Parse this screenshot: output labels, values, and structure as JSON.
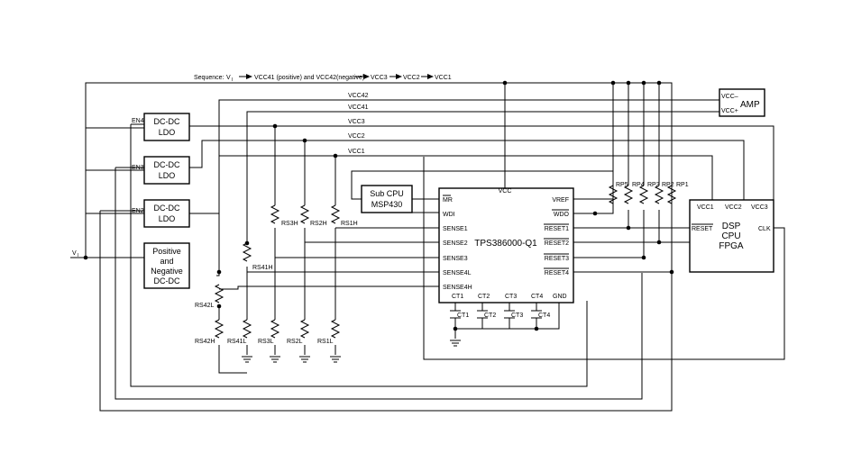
{
  "sequence": {
    "prefix": "Sequence:",
    "steps": [
      "V",
      "VCC41 (positive) and VCC42(negative)",
      "VCC3",
      "VCC2",
      "VCC1"
    ],
    "vi_sub": "I"
  },
  "input_label": {
    "main": "V",
    "sub": "I"
  },
  "rails": [
    "VCC42",
    "VCC41",
    "VCC3",
    "VCC2",
    "VCC1"
  ],
  "enables": [
    "EN4",
    "EN3",
    "EN2"
  ],
  "regulators": [
    {
      "line1": "DC-DC",
      "line2": "LDO"
    },
    {
      "line1": "DC-DC",
      "line2": "LDO"
    },
    {
      "line1": "DC-DC",
      "line2": "LDO"
    }
  ],
  "posneg": {
    "lines": [
      "Positive",
      "and",
      "Negative",
      "DC-DC"
    ]
  },
  "subcpu": {
    "line1": "Sub CPU",
    "line2": "MSP430"
  },
  "amp": {
    "label": "AMP",
    "vccm": "VCC–",
    "vccp": "VCC+"
  },
  "ic": {
    "name": "TPS386000-Q1",
    "vcc": "VCC",
    "left_pins": [
      "MR",
      "WDI",
      "SENSE1",
      "SENSE2",
      "SENSE3",
      "SENSE4L",
      "SENSE4H"
    ],
    "right_pins": [
      "VREF",
      "WDO",
      "RESET1",
      "RESET2",
      "RESET3",
      "RESET4"
    ],
    "bottom_pins": [
      "CT1",
      "CT2",
      "CT3",
      "CT4",
      "GND"
    ]
  },
  "capacitors": [
    "CT1",
    "CT2",
    "CT3",
    "CT4"
  ],
  "pullups": [
    "RP5",
    "RP4",
    "RP3",
    "RP2",
    "RP1"
  ],
  "sense_resistors": {
    "high": [
      "RS3H",
      "RS2H",
      "RS1H",
      "RS41H"
    ],
    "low": [
      "RS42L",
      "RS42H",
      "RS41L",
      "RS3L",
      "RS2L",
      "RS1L"
    ]
  },
  "dsp": {
    "lines": [
      "DSP",
      "CPU",
      "FPGA"
    ],
    "pins": [
      "VCC1",
      "VCC2",
      "VCC3"
    ],
    "reset": "RESET",
    "clk": "CLK"
  }
}
